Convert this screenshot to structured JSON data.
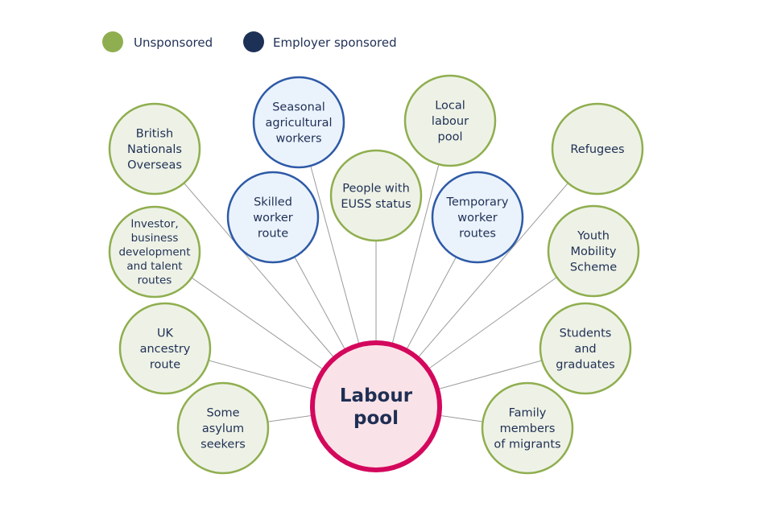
{
  "legend": [
    {
      "label": "Unsponsored",
      "color": "#8fae4f"
    },
    {
      "label": "Employer sponsored",
      "color": "#1d3157"
    }
  ],
  "colors": {
    "unsponsored_stroke": "#8fae4f",
    "unsponsored_fill": "#eef2e6",
    "sponsored_stroke": "#2e5aa7",
    "sponsored_fill": "#eaf3fc",
    "center_stroke": "#d3085c",
    "center_fill": "#fae3e8",
    "line": "#9a9a9a",
    "text": "#1f2f55"
  },
  "center": {
    "label": [
      "Labour",
      "pool"
    ]
  },
  "nodes": [
    {
      "id": "british-nationals-overseas",
      "type": "unsponsored",
      "label": [
        "British",
        "Nationals",
        "Overseas"
      ]
    },
    {
      "id": "seasonal-agricultural-workers",
      "type": "sponsored",
      "label": [
        "Seasonal",
        "agricultural",
        "workers"
      ]
    },
    {
      "id": "local-labour-pool",
      "type": "unsponsored",
      "label": [
        "Local",
        "labour",
        "pool"
      ]
    },
    {
      "id": "refugees",
      "type": "unsponsored",
      "label": [
        "Refugees"
      ]
    },
    {
      "id": "skilled-worker-route",
      "type": "sponsored",
      "label": [
        "Skilled",
        "worker",
        "route"
      ]
    },
    {
      "id": "people-with-euss-status",
      "type": "unsponsored",
      "label": [
        "People with",
        "EUSS status"
      ]
    },
    {
      "id": "temporary-worker-routes",
      "type": "sponsored",
      "label": [
        "Temporary",
        "worker",
        "routes"
      ]
    },
    {
      "id": "investor-business-talent-routes",
      "type": "unsponsored",
      "label": [
        "Investor,",
        "business",
        "development",
        "and talent",
        "routes"
      ]
    },
    {
      "id": "youth-mobility-scheme",
      "type": "unsponsored",
      "label": [
        "Youth",
        "Mobility",
        "Scheme"
      ]
    },
    {
      "id": "uk-ancestry-route",
      "type": "unsponsored",
      "label": [
        "UK",
        "ancestry",
        "route"
      ]
    },
    {
      "id": "students-and-graduates",
      "type": "unsponsored",
      "label": [
        "Students",
        "and",
        "graduates"
      ]
    },
    {
      "id": "some-asylum-seekers",
      "type": "unsponsored",
      "label": [
        "Some",
        "asylum",
        "seekers"
      ]
    },
    {
      "id": "family-members-of-migrants",
      "type": "unsponsored",
      "label": [
        "Family",
        "members",
        "of migrants"
      ]
    }
  ]
}
